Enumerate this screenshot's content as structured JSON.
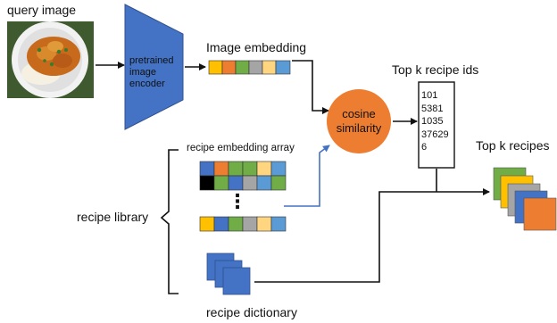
{
  "labels": {
    "query_image": "query image",
    "encoder": [
      "pretrained",
      "image",
      "encoder"
    ],
    "image_embedding": "Image embedding",
    "cosine": [
      "cosine",
      "similarity"
    ],
    "top_k_ids": "Top k recipe ids",
    "top_k_recipes": "Top k recipes",
    "recipe_embedding_array": "recipe embedding array",
    "recipe_library": "recipe library",
    "recipe_dictionary": "recipe dictionary",
    "ellipsis": "⋮"
  },
  "recipe_ids": [
    "101",
    "5381",
    "1035",
    "37629",
    "6"
  ],
  "colors": {
    "encoder": "#4472c4",
    "cosine": "#ed7d31",
    "arrow_blue": "#4472c4",
    "embedding": [
      "#ffc000",
      "#ed7d31",
      "#70ad47",
      "#a5a5a5",
      "#ffd580",
      "#5b9bd5"
    ],
    "recipes_stack": [
      "#70ad47",
      "#ffc000",
      "#a5a5a5",
      "#4472c4",
      "#ed7d31"
    ]
  }
}
